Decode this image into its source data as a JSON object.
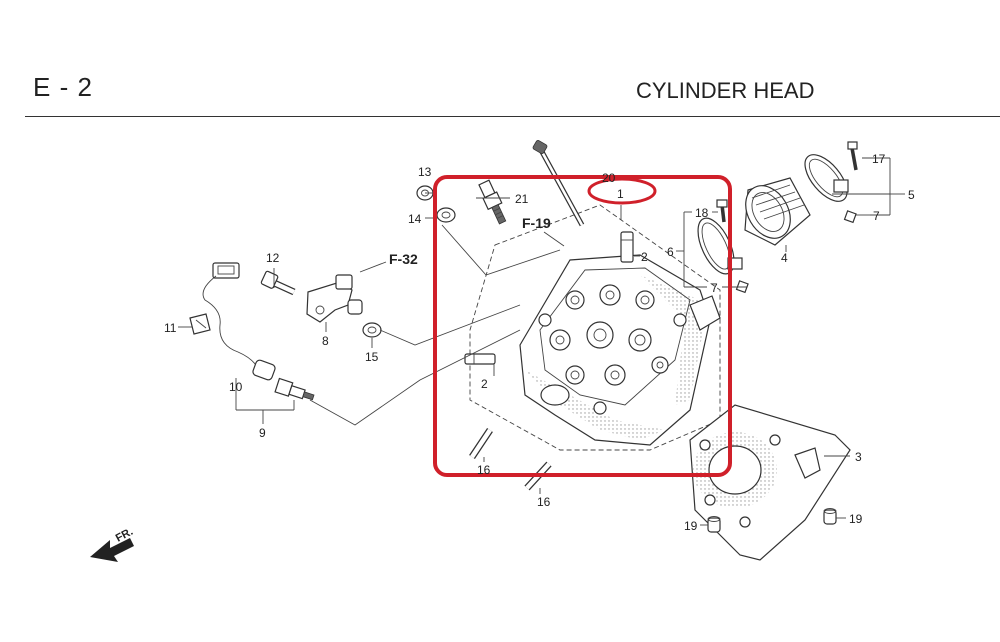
{
  "header": {
    "section_code": "E - 2",
    "section_title": "CYLINDER HEAD"
  },
  "references": {
    "f19": "F-19",
    "f32": "F-32"
  },
  "direction_marker": {
    "label": "FR."
  },
  "callouts": {
    "p1": "1",
    "p2a": "2",
    "p2b": "2",
    "p3": "3",
    "p4": "4",
    "p5": "5",
    "p6": "6",
    "p7a": "7",
    "p7b": "7",
    "p8": "8",
    "p9": "9",
    "p10": "10",
    "p11": "11",
    "p12": "12",
    "p13": "13",
    "p14": "14",
    "p15": "15",
    "p16a": "16",
    "p16b": "16",
    "p17": "17",
    "p18": "18",
    "p19a": "19",
    "p19b": "19",
    "p20": "20",
    "p21": "21"
  },
  "highlight": {
    "color": "#d0202a",
    "selected_part": "1"
  }
}
